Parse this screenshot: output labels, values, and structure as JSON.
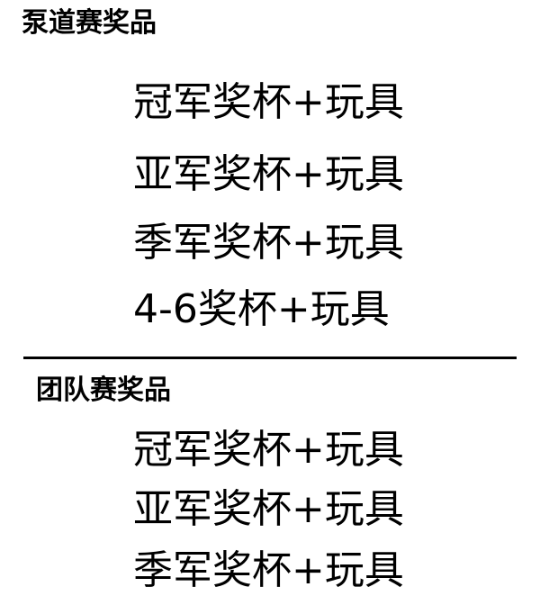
{
  "sections": [
    {
      "title": "泵道赛奖品",
      "items": [
        "冠军奖杯+玩具",
        "亚军奖杯+玩具",
        "季军奖杯+玩具",
        "4-6奖杯+玩具"
      ]
    },
    {
      "title": "团队赛奖品",
      "items": [
        "冠军奖杯+玩具",
        "亚军奖杯+玩具",
        "季军奖杯+玩具"
      ]
    }
  ]
}
